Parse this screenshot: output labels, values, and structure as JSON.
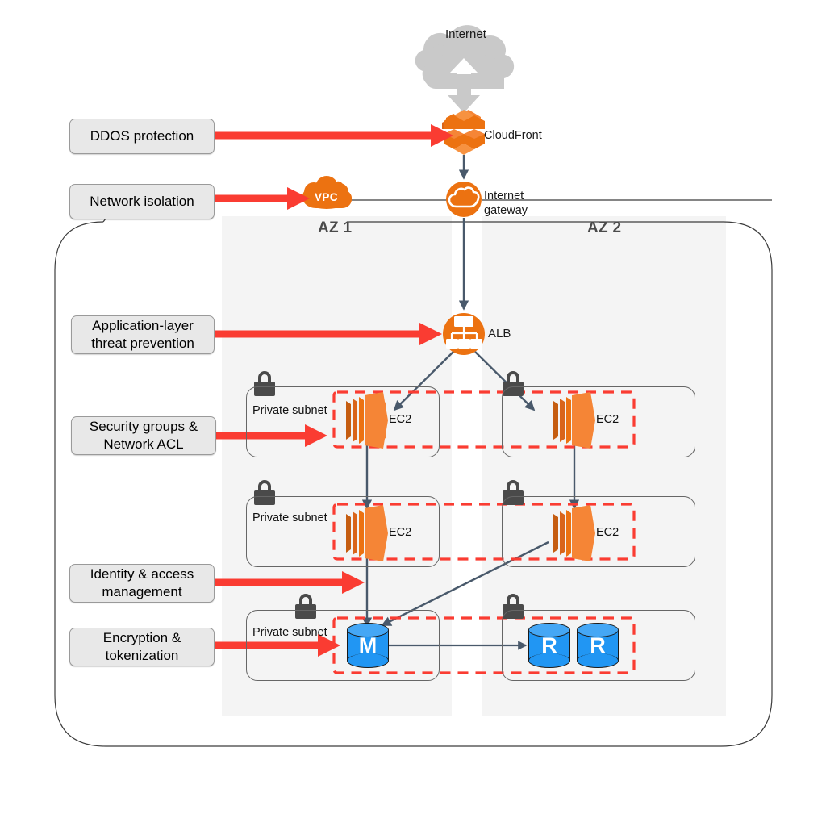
{
  "diagram": {
    "title_nodes": {
      "internet": "Internet",
      "cloudfront": "CloudFront",
      "vpc": "VPC",
      "internet_gateway_line1": "Internet",
      "internet_gateway_line2": "gateway",
      "alb": "ALB"
    },
    "az_labels": [
      "AZ 1",
      "AZ 2"
    ],
    "subnet_label": "Private subnet",
    "callouts": [
      {
        "id": "ddos",
        "lines": [
          "DDOS protection"
        ]
      },
      {
        "id": "netiso",
        "lines": [
          "Network isolation"
        ]
      },
      {
        "id": "applayer",
        "lines": [
          "Application-layer",
          "threat prevention"
        ]
      },
      {
        "id": "secgroups",
        "lines": [
          "Security groups &",
          "Network ACL"
        ]
      },
      {
        "id": "iam",
        "lines": [
          "Identity & access",
          "management"
        ]
      },
      {
        "id": "encryption",
        "lines": [
          "Encryption &",
          "tokenization"
        ]
      }
    ],
    "compute_nodes": [
      {
        "id": "ec2-az1-tier1",
        "label": "EC2",
        "az": "AZ 1",
        "tier": 1
      },
      {
        "id": "ec2-az2-tier1",
        "label": "EC2",
        "az": "AZ 2",
        "tier": 1
      },
      {
        "id": "ec2-az1-tier2",
        "label": "EC2",
        "az": "AZ 1",
        "tier": 2
      },
      {
        "id": "ec2-az2-tier2",
        "label": "EC2",
        "az": "AZ 2",
        "tier": 2
      }
    ],
    "database_nodes": [
      {
        "id": "db-master",
        "letter": "M",
        "az": "AZ 1"
      },
      {
        "id": "db-replica-1",
        "letter": "R",
        "az": "AZ 2"
      },
      {
        "id": "db-replica-2",
        "letter": "R",
        "az": "AZ 2"
      }
    ],
    "security_group_count": 3,
    "lock_count": 6,
    "colors": {
      "aws_orange": "#ec7211",
      "ec2_orange": "#f58536",
      "callout_arrow_red": "#fa3c32",
      "security_group_dashed": "#fa3c32",
      "database_blue": "#2196f3",
      "connector_gray": "#49596b",
      "az_column_gray": "#f4f4f4",
      "internet_cloud_gray": "#cccccc",
      "lock_gray": "#4a4a4a",
      "pill_fill": "#e8e8e8",
      "pill_border": "#9a9a9a"
    }
  }
}
